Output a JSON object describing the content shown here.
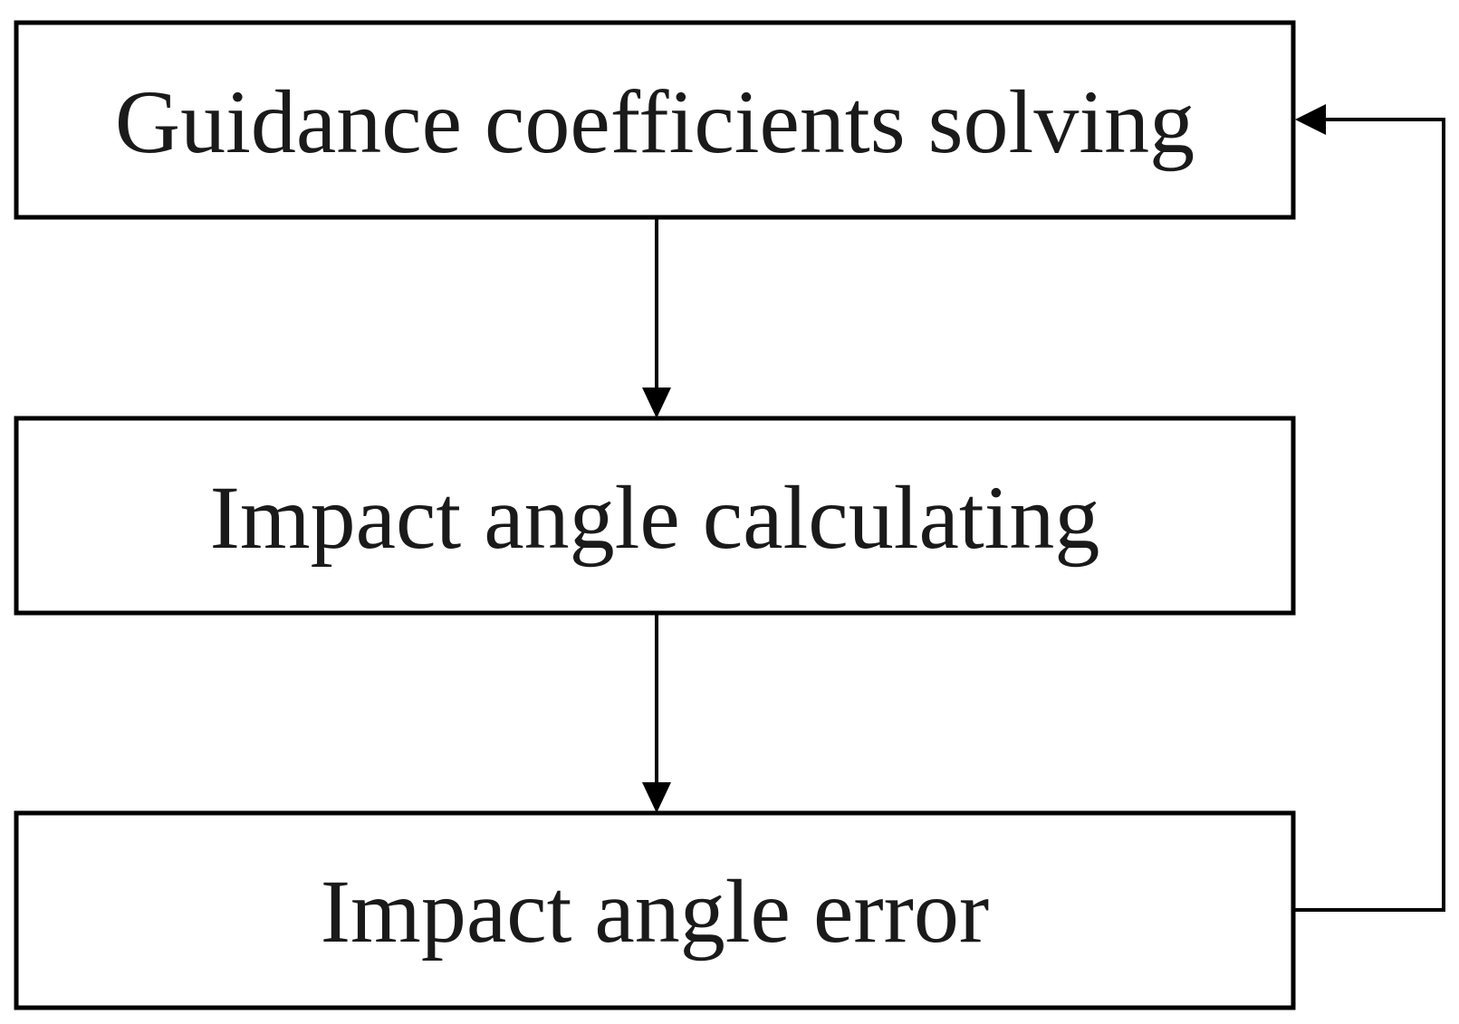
{
  "diagram": {
    "nodes": [
      {
        "id": "coeff",
        "label": "Guidance coefficients solving"
      },
      {
        "id": "calc",
        "label": "Impact angle calculating"
      },
      {
        "id": "error",
        "label": "Impact angle error"
      }
    ],
    "edges": [
      {
        "from": "coeff",
        "to": "calc"
      },
      {
        "from": "calc",
        "to": "error"
      },
      {
        "from": "error",
        "to": "coeff",
        "kind": "feedback"
      }
    ],
    "colors": {
      "stroke": "#000000",
      "text": "#1a1a1a",
      "background": "#ffffff"
    }
  }
}
